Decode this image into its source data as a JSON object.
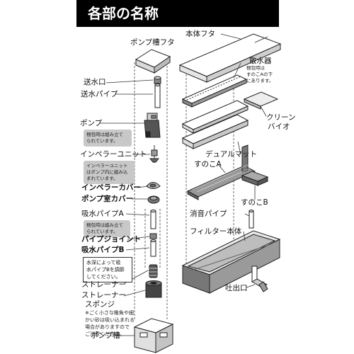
{
  "header": {
    "title": "各部の名称"
  },
  "labels": {
    "pump_lid": "ポンプ槽フタ",
    "outlet_port": "送水口",
    "outlet_pipe": "送水パイプ",
    "pump": "ポンプ",
    "impeller_unit": "インペラーユニット",
    "impeller_cover": "インペラーカバー",
    "pump_chamber_cover": "ポンプ室カバー",
    "intake_pipe_a": "吸水パイプA",
    "pipe_joint": "パイプジョイント",
    "intake_pipe_b": "吸水パイプB",
    "strainer": "ストレーナー",
    "strainer_sponge_1": "ストレーナー",
    "strainer_sponge_2": "スポンジ",
    "pump_tank": "ポンプ槽",
    "body_lid": "本体フタ",
    "sprinkler": "散水器",
    "clean_bio_1": "クリーン",
    "clean_bio_2": "バイオ",
    "dual_mat": "デュアルマット",
    "sunoko_a": "すのこA",
    "sunoko_b": "すのこB",
    "silencer_pipe": "消音パイプ",
    "filter_body": "フィルター本体",
    "discharge_port": "吐出口"
  },
  "notes": {
    "sprinkler_note_1": "梱包時は",
    "sprinkler_note_2": "すのこAの下",
    "sprinkler_note_3": "にあります。",
    "pump_note_1": "梱包時は組み立て",
    "pump_note_2": "られています。",
    "impeller_note_1": "インペラーユニット",
    "impeller_note_2": "はポンプ内に組み込",
    "impeller_note_3": "まれています。",
    "pipe_note_1": "梱包時は組み立て",
    "pipe_note_2": "られています。",
    "water_depth_1": "水深によって吸",
    "water_depth_2": "水パイプBを調節",
    "water_depth_3": "してください。",
    "foot_1": "※ごく小さな稚魚や細",
    "foot_2": "かい砂は吸い込まれる",
    "foot_3": "場合がありますので",
    "foot_4": "ご注意ください。"
  }
}
